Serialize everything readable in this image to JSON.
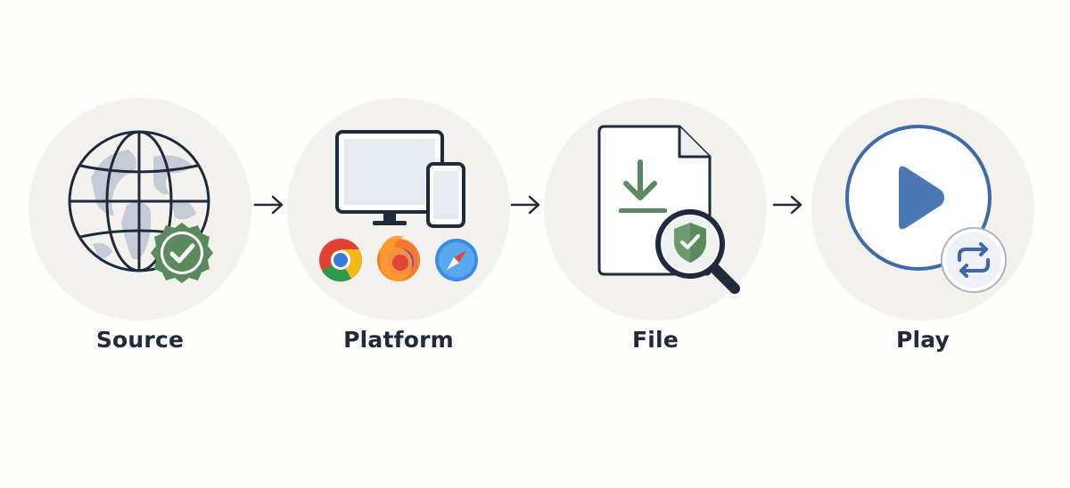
{
  "steps": [
    {
      "label": "Source",
      "icon": "globe-with-verified-badge-icon"
    },
    {
      "label": "Platform",
      "icon": "devices-with-browsers-icon"
    },
    {
      "label": "File",
      "icon": "download-file-with-security-scan-icon"
    },
    {
      "label": "Play",
      "icon": "play-with-repeat-icon"
    }
  ],
  "colors": {
    "circle_bg": "#f3f2ef",
    "outline": "#1f2a3c",
    "green": "#5b8a5e",
    "blue": "#3d6aa8",
    "map": "#c5ccd6"
  }
}
